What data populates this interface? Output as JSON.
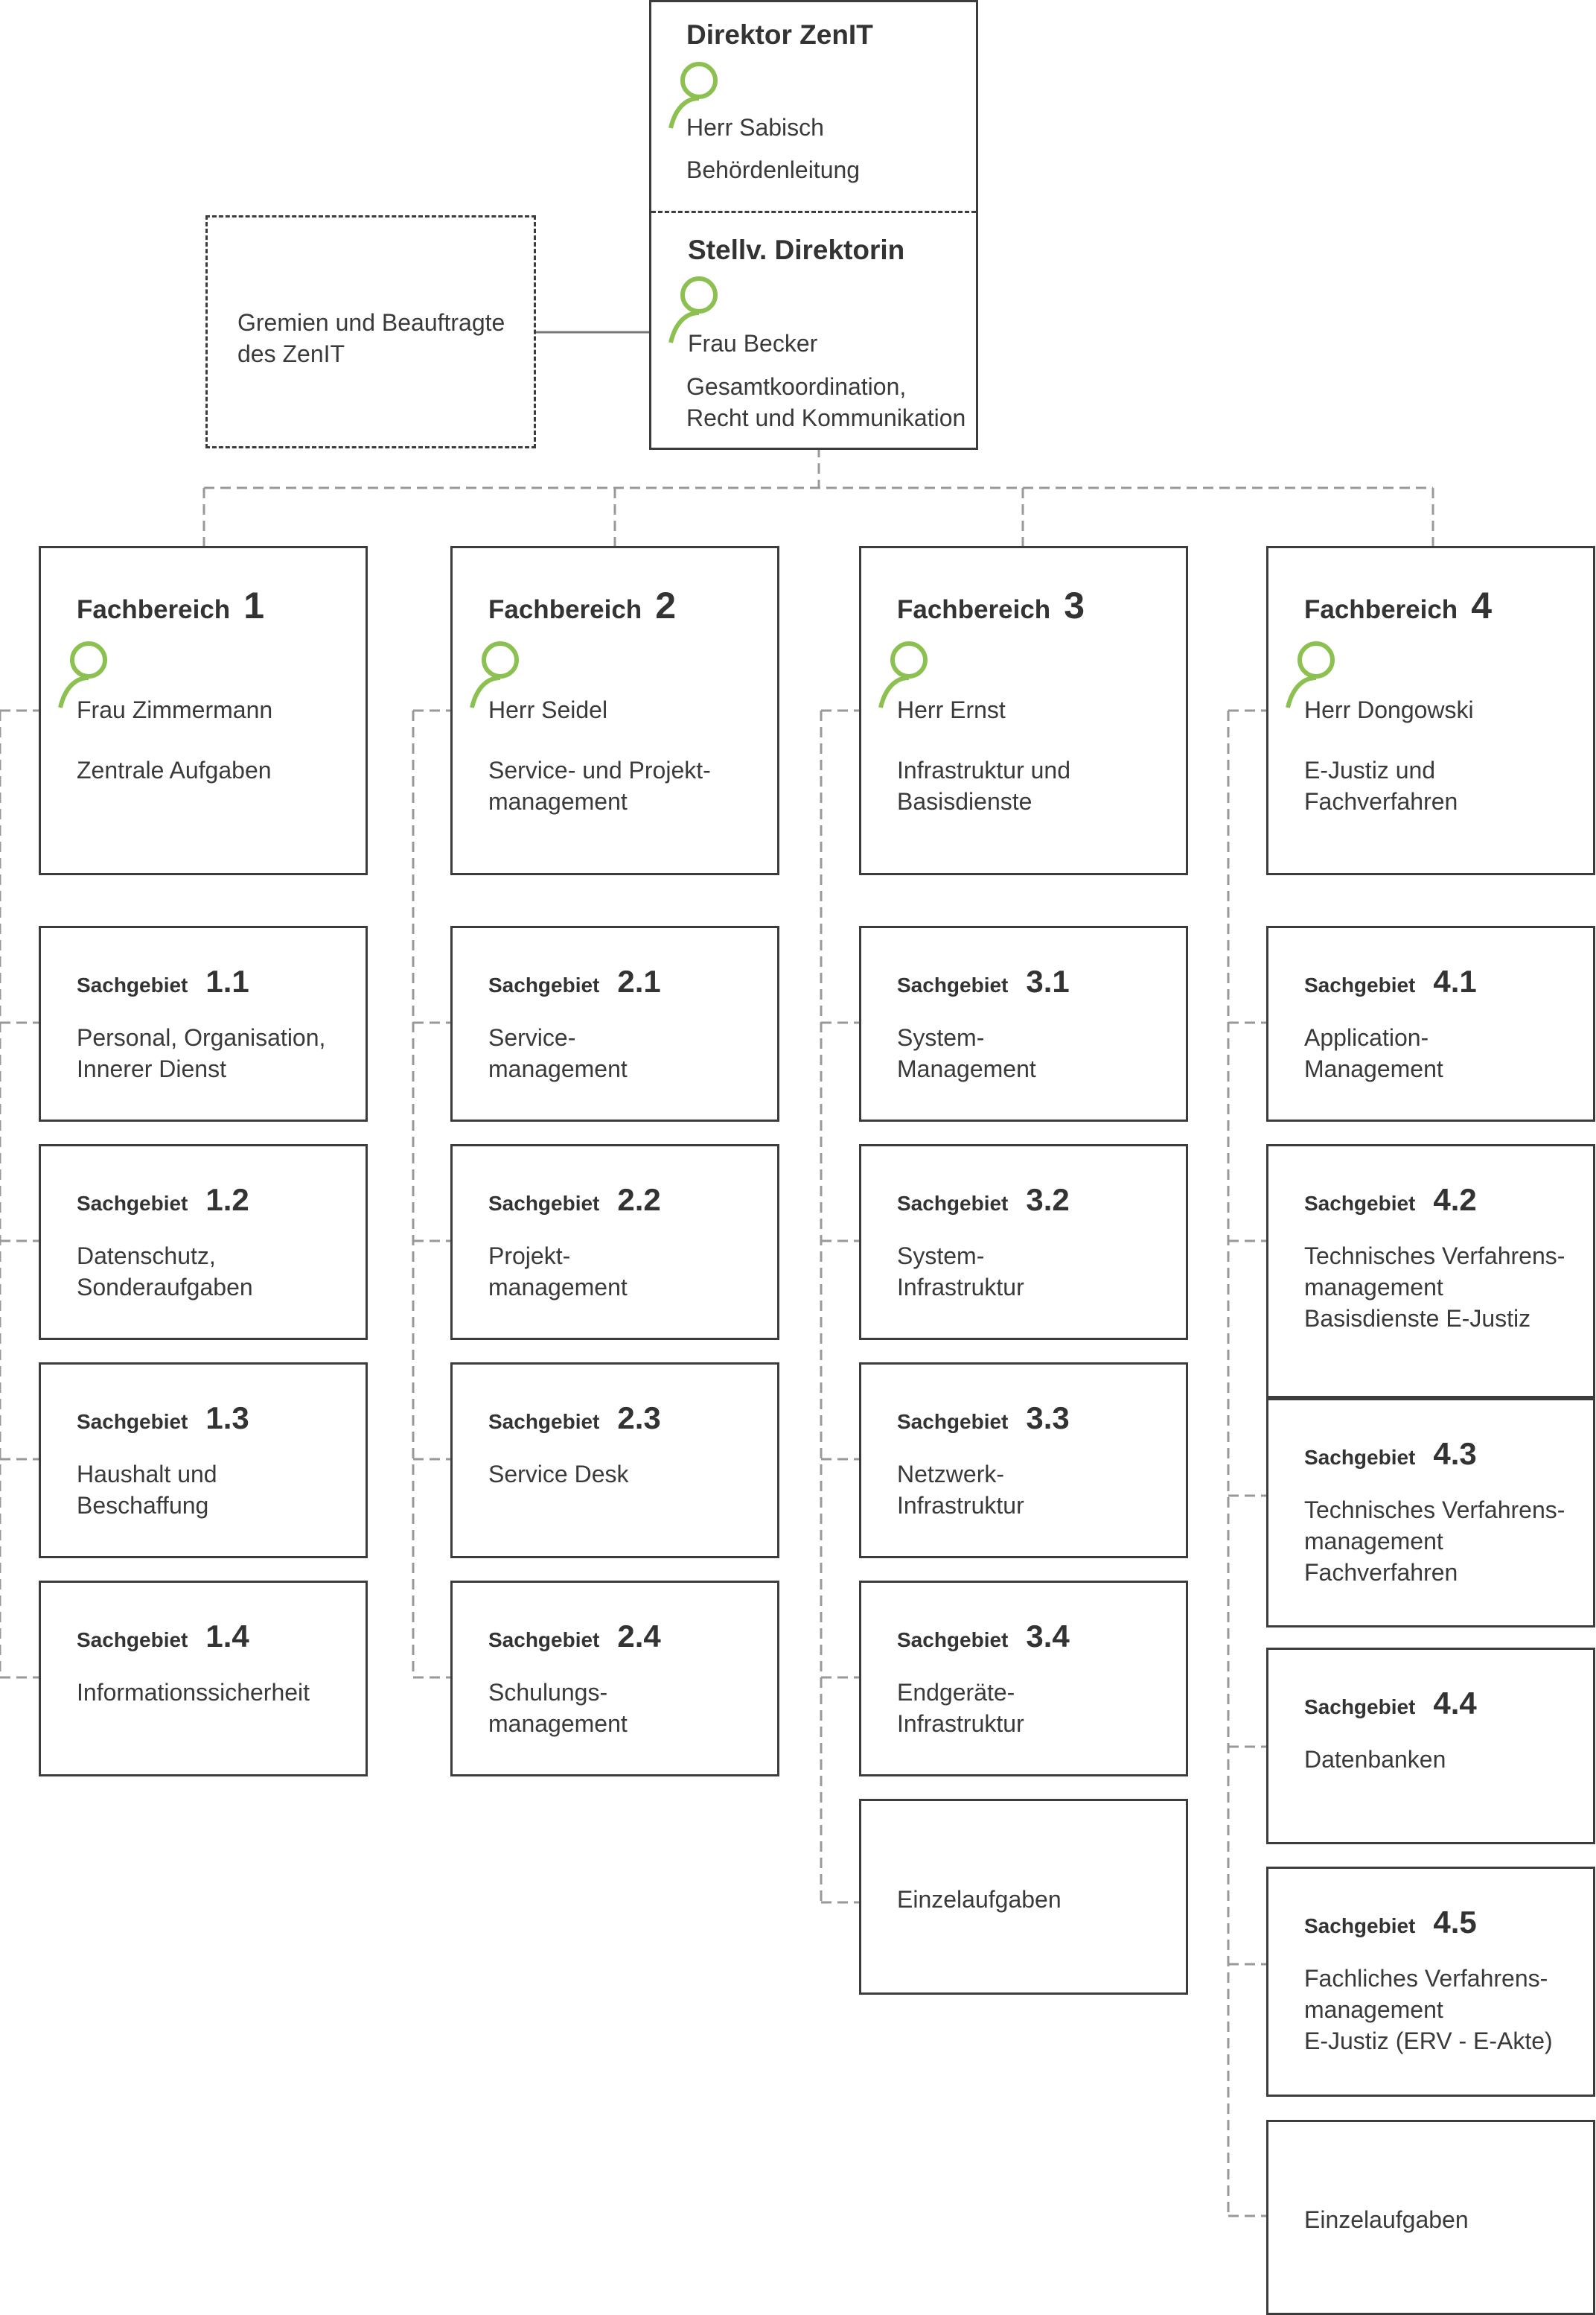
{
  "colors": {
    "line": "#3c3c3c",
    "connector": "#999999",
    "person_icon": "#8cc152"
  },
  "director": {
    "title": "Direktor ZenIT",
    "name": "Herr Sabisch",
    "role": "Behördenleitung"
  },
  "deputy": {
    "title": "Stellv. Direktorin",
    "name": "Frau Becker",
    "role": "Gesamtkoordination,\nRecht und Kommunikation"
  },
  "committees": {
    "label": "Gremien und Beauftragte\ndes ZenIT"
  },
  "departments": [
    {
      "word": "Fachbereich",
      "number": "1",
      "head": "Frau Zimmermann",
      "area": "Zentrale Aufgaben",
      "units": [
        {
          "word": "Sachgebiet",
          "number": "1.1",
          "label": "Personal, Organisation,\nInnerer Dienst"
        },
        {
          "word": "Sachgebiet",
          "number": "1.2",
          "label": "Datenschutz,\nSonderaufgaben"
        },
        {
          "word": "Sachgebiet",
          "number": "1.3",
          "label": "Haushalt und\nBeschaffung"
        },
        {
          "word": "Sachgebiet",
          "number": "1.4",
          "label": "Informationssicherheit"
        }
      ]
    },
    {
      "word": "Fachbereich",
      "number": "2",
      "head": "Herr Seidel",
      "area": "Service- und Projekt-\nmanagement",
      "units": [
        {
          "word": "Sachgebiet",
          "number": "2.1",
          "label": "Service-\nmanagement"
        },
        {
          "word": "Sachgebiet",
          "number": "2.2",
          "label": "Projekt-\nmanagement"
        },
        {
          "word": "Sachgebiet",
          "number": "2.3",
          "label": "Service Desk"
        },
        {
          "word": "Sachgebiet",
          "number": "2.4",
          "label": "Schulungs-\nmanagement"
        }
      ]
    },
    {
      "word": "Fachbereich",
      "number": "3",
      "head": "Herr Ernst",
      "area": "Infrastruktur und\nBasisdienste",
      "units": [
        {
          "word": "Sachgebiet",
          "number": "3.1",
          "label": "System-\nManagement"
        },
        {
          "word": "Sachgebiet",
          "number": "3.2",
          "label": "System-\nInfrastruktur"
        },
        {
          "word": "Sachgebiet",
          "number": "3.3",
          "label": "Netzwerk-\nInfrastruktur"
        },
        {
          "word": "Sachgebiet",
          "number": "3.4",
          "label": "Endgeräte-\nInfrastruktur"
        },
        {
          "word": "",
          "number": "",
          "label": "Einzelaufgaben"
        }
      ]
    },
    {
      "word": "Fachbereich",
      "number": "4",
      "head": "Herr Dongowski",
      "area": "E-Justiz und\nFachverfahren",
      "units": [
        {
          "word": "Sachgebiet",
          "number": "4.1",
          "label": "Application-\nManagement"
        },
        {
          "word": "Sachgebiet",
          "number": "4.2",
          "label": "Technisches Verfahrens-\nmanagement\nBasisdienste E-Justiz"
        },
        {
          "word": "Sachgebiet",
          "number": "4.3",
          "label": "Technisches Verfahrens-\nmanagement\nFachverfahren"
        },
        {
          "word": "Sachgebiet",
          "number": "4.4",
          "label": "Datenbanken"
        },
        {
          "word": "Sachgebiet",
          "number": "4.5",
          "label": "Fachliches Verfahrens-\nmanagement\nE-Justiz (ERV - E-Akte)"
        },
        {
          "word": "",
          "number": "",
          "label": "Einzelaufgaben"
        }
      ]
    }
  ]
}
